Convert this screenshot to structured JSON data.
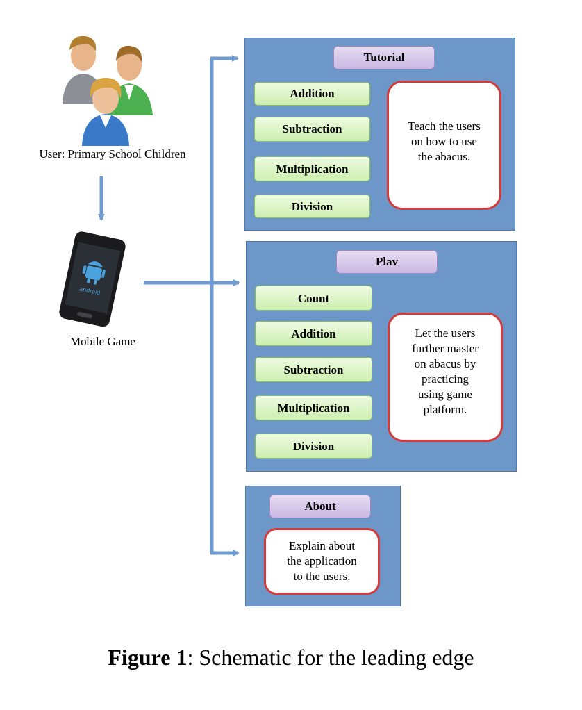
{
  "user": {
    "label": "User: Primary School Children",
    "icon": "user-group-icon"
  },
  "device": {
    "label": "Mobile Game",
    "icon": "android-phone-icon",
    "screen_text": "android"
  },
  "sections": {
    "tutorial": {
      "title": "Tutorial",
      "items": [
        "Addition",
        "Subtraction",
        "Multiplication",
        "Division"
      ],
      "description": "Teach the users\non how to use\nthe abacus."
    },
    "play": {
      "title": "Plav",
      "items": [
        "Count",
        "Addition",
        "Subtraction",
        "Multiplication",
        "Division"
      ],
      "description": "Let the users\nfurther master\non abacus by\npracticing\nusing game\nplatform."
    },
    "about": {
      "title": "About",
      "description": "Explain about\nthe application\nto the users."
    }
  },
  "caption": {
    "label": "Figure 1",
    "text": ": Schematic for the leading edge"
  },
  "colors": {
    "panel": "#6d97c9",
    "arrow": "#6f9bd1",
    "item_fill": "#d9f3c2",
    "tab_fill": "#d9ccec",
    "desc_border": "#d43a3a"
  }
}
